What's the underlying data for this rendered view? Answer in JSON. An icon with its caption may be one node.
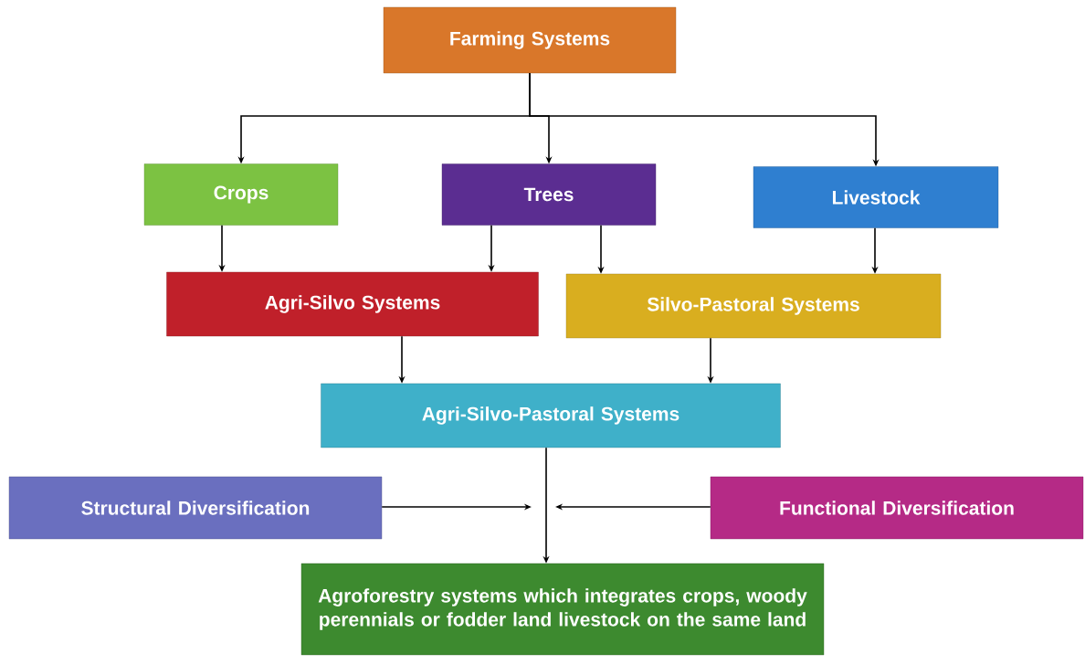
{
  "diagram": {
    "nodes": [
      {
        "text": [
          "Farming Systems"
        ]
      },
      {
        "text": [
          "Crops"
        ]
      },
      {
        "text": [
          "Trees"
        ]
      },
      {
        "text": [
          "Livestock"
        ]
      },
      {
        "text": [
          "Agri-Silvo Systems"
        ]
      },
      {
        "text": [
          "Silvo-Pastoral Systems"
        ]
      },
      {
        "text": [
          "Agri-Silvo-Pastoral Systems"
        ]
      },
      {
        "text": [
          "Structural Diversification"
        ]
      },
      {
        "text": [
          "Functional Diversification"
        ]
      },
      {
        "text": [
          "Agroforestry systems which integrates crops, woody perennials or fodder land livestock on the same land"
        ]
      }
    ],
    "edges": [
      {
        "from": 0,
        "to": 1,
        "arrow": "to"
      },
      {
        "from": 0,
        "to": 2,
        "arrow": "to"
      },
      {
        "from": 0,
        "to": 3,
        "arrow": "to"
      },
      {
        "from": 1,
        "to": 4,
        "arrow": "to"
      },
      {
        "from": 2,
        "to": 4,
        "arrow": "to"
      },
      {
        "from": 2,
        "to": 5,
        "arrow": "to"
      },
      {
        "from": 3,
        "to": 5,
        "arrow": "to"
      },
      {
        "from": 4,
        "to": 6,
        "arrow": "to"
      },
      {
        "from": 5,
        "to": 6,
        "arrow": "to"
      },
      {
        "from": 6,
        "to": 9,
        "arrow": "to"
      },
      {
        "from": 7,
        "to": null,
        "arrow": "to"
      },
      {
        "from": 8,
        "to": null,
        "arrow": "to"
      }
    ]
  }
}
